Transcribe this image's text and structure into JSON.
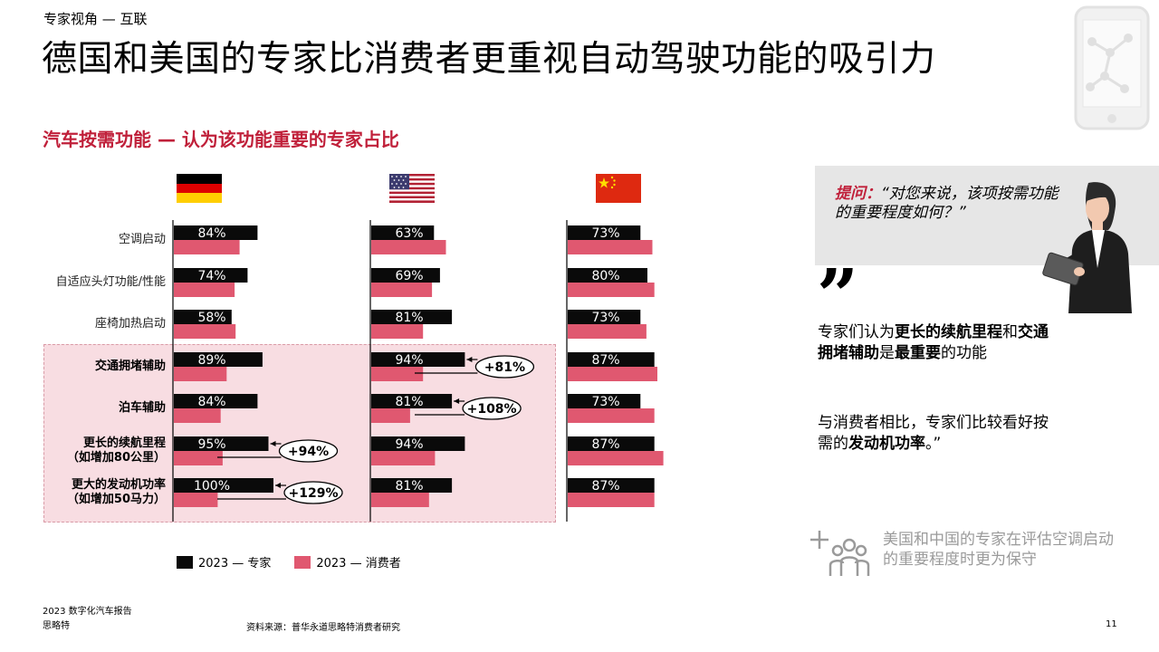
{
  "header": {
    "breadcrumb": "专家视角 — 互联",
    "title": "德国和美国的专家比消费者更重视自动驾驶功能的吸引力"
  },
  "chart_data": {
    "type": "bar",
    "title": "汽车按需功能 — 认为该功能重要的专家占比",
    "categories": [
      "空调启动",
      "自适应头灯功能/性能",
      "座椅加热启动",
      "交通拥堵辅助",
      "泊车辅助",
      "更长的续航里程\n（如增加80公里）",
      "更大的发动机功率\n（如增加50马力）"
    ],
    "highlighted_categories": [
      "交通拥堵辅助",
      "泊车辅助",
      "更长的续航里程\n（如增加80公里）",
      "更大的发动机功率\n（如增加50马力）"
    ],
    "legend": [
      "2023 — 专家",
      "2023 — 消费者"
    ],
    "panels": [
      {
        "country": "德国",
        "series": [
          {
            "name": "2023 — 专家",
            "values": [
              84,
              74,
              58,
              89,
              84,
              95,
              100
            ],
            "labels": [
              "84%",
              "74%",
              "58%",
              "89%",
              "84%",
              "95%",
              "100%"
            ]
          },
          {
            "name": "2023 — 消费者",
            "values": [
              66,
              61,
              62,
              53,
              47,
              49,
              44
            ]
          }
        ],
        "annotations": [
          {
            "category_index": 5,
            "text": "+94%"
          },
          {
            "category_index": 6,
            "text": "+129%"
          }
        ]
      },
      {
        "country": "美国",
        "series": [
          {
            "name": "2023 — 专家",
            "values": [
              63,
              69,
              81,
              94,
              81,
              94,
              81
            ],
            "labels": [
              "63%",
              "69%",
              "81%",
              "94%",
              "81%",
              "94%",
              "81%"
            ]
          },
          {
            "name": "2023 — 消费者",
            "values": [
              75,
              61,
              52,
              52,
              39,
              64,
              58
            ]
          }
        ],
        "annotations": [
          {
            "category_index": 3,
            "text": "+81%"
          },
          {
            "category_index": 4,
            "text": "+108%"
          }
        ]
      },
      {
        "country": "中国",
        "series": [
          {
            "name": "2023 — 专家",
            "values": [
              73,
              80,
              73,
              87,
              73,
              87,
              87
            ],
            "labels": [
              "73%",
              "80%",
              "73%",
              "87%",
              "73%",
              "87%",
              "87%"
            ]
          },
          {
            "name": "2023 — 消费者",
            "values": [
              85,
              87,
              79,
              90,
              87,
              96,
              87
            ]
          }
        ],
        "annotations": []
      }
    ],
    "colors": {
      "expert": "#0a0a0a",
      "consumer": "#e05870"
    }
  },
  "sidebar": {
    "question_label": "提问：",
    "question_text": "“对您来说，该项按需功能的重要程度如何？”",
    "quote_mark": "”",
    "quote_p1_parts": [
      "专家们认为",
      "更长的续航里程",
      "和",
      "交通拥堵辅助",
      "是",
      "最重要",
      "的功能"
    ],
    "quote_p2_parts": [
      "与消费者相比，专家们比较看好按需的",
      "发动机功率",
      "。”"
    ],
    "note": "美国和中国的专家在评估空调启动的重要程度时更为保守"
  },
  "footer": {
    "report": "2023 数字化汽车报告",
    "brand": "思略特",
    "source": "资料来源：普华永道思略特消费者研究",
    "page": "11"
  }
}
